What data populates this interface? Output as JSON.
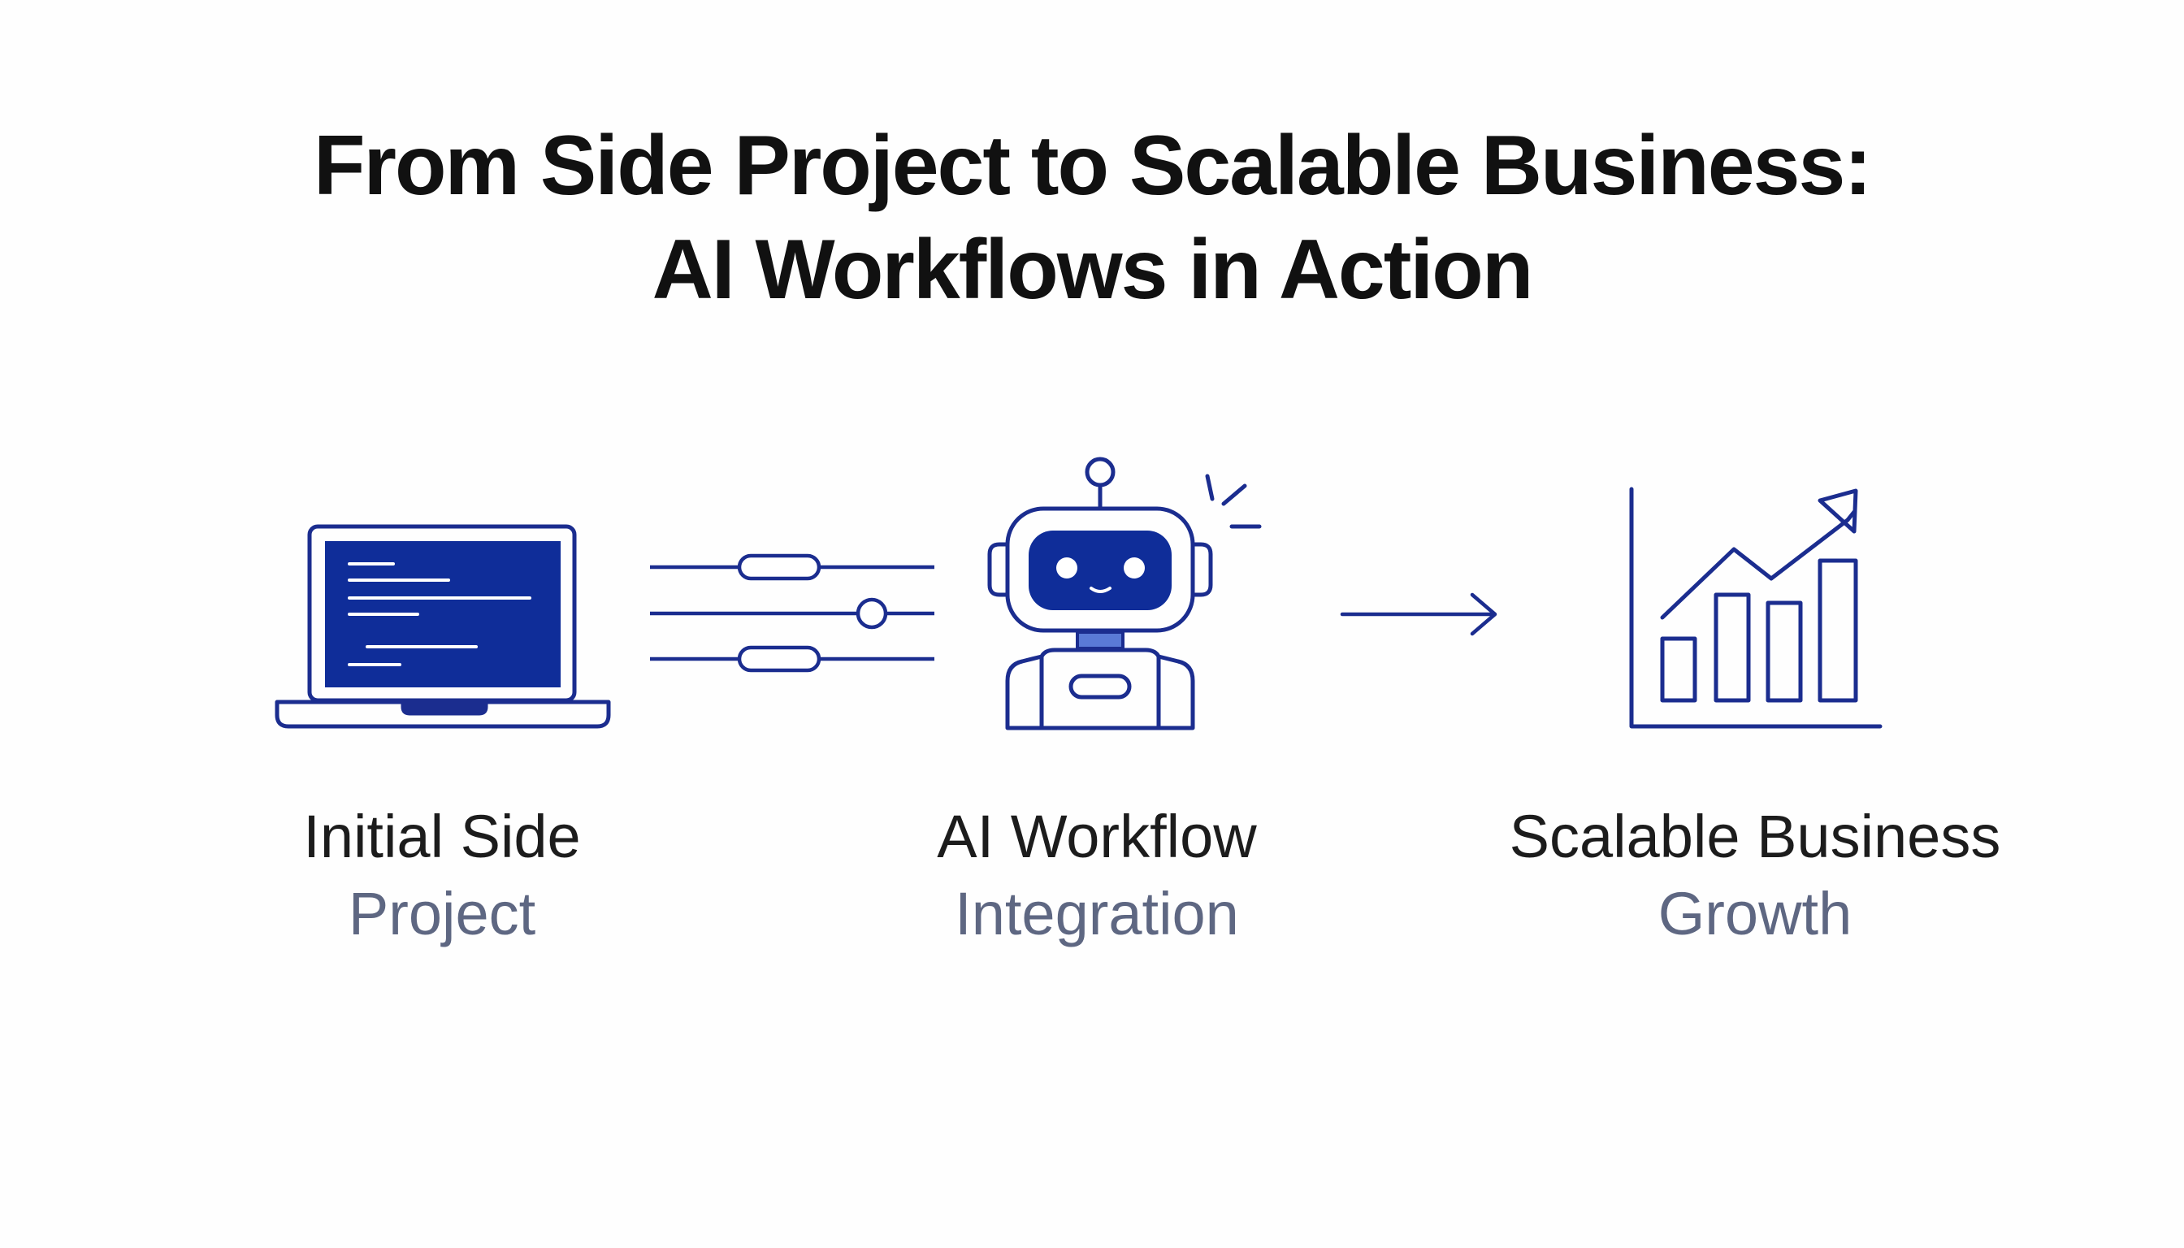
{
  "title": {
    "line1": "From Side Project to Scalable Business:",
    "line2": "AI Workflows in Action"
  },
  "stages": [
    {
      "main": "Initial Side",
      "sub": "Project",
      "icon": "laptop-code-icon"
    },
    {
      "main": "AI Workflow",
      "sub": "Integration",
      "icon": "robot-icon"
    },
    {
      "main": "Scalable Business",
      "sub": "Growth",
      "icon": "growth-chart-icon"
    }
  ],
  "connectors": [
    "workflow-sliders-icon",
    "arrow-right-icon"
  ],
  "colors": {
    "icon_stroke": "#1b2d8f",
    "icon_fill": "#0f2d99",
    "title": "#111111",
    "label_main": "#1c1c1c",
    "label_sub": "#5e6782"
  }
}
